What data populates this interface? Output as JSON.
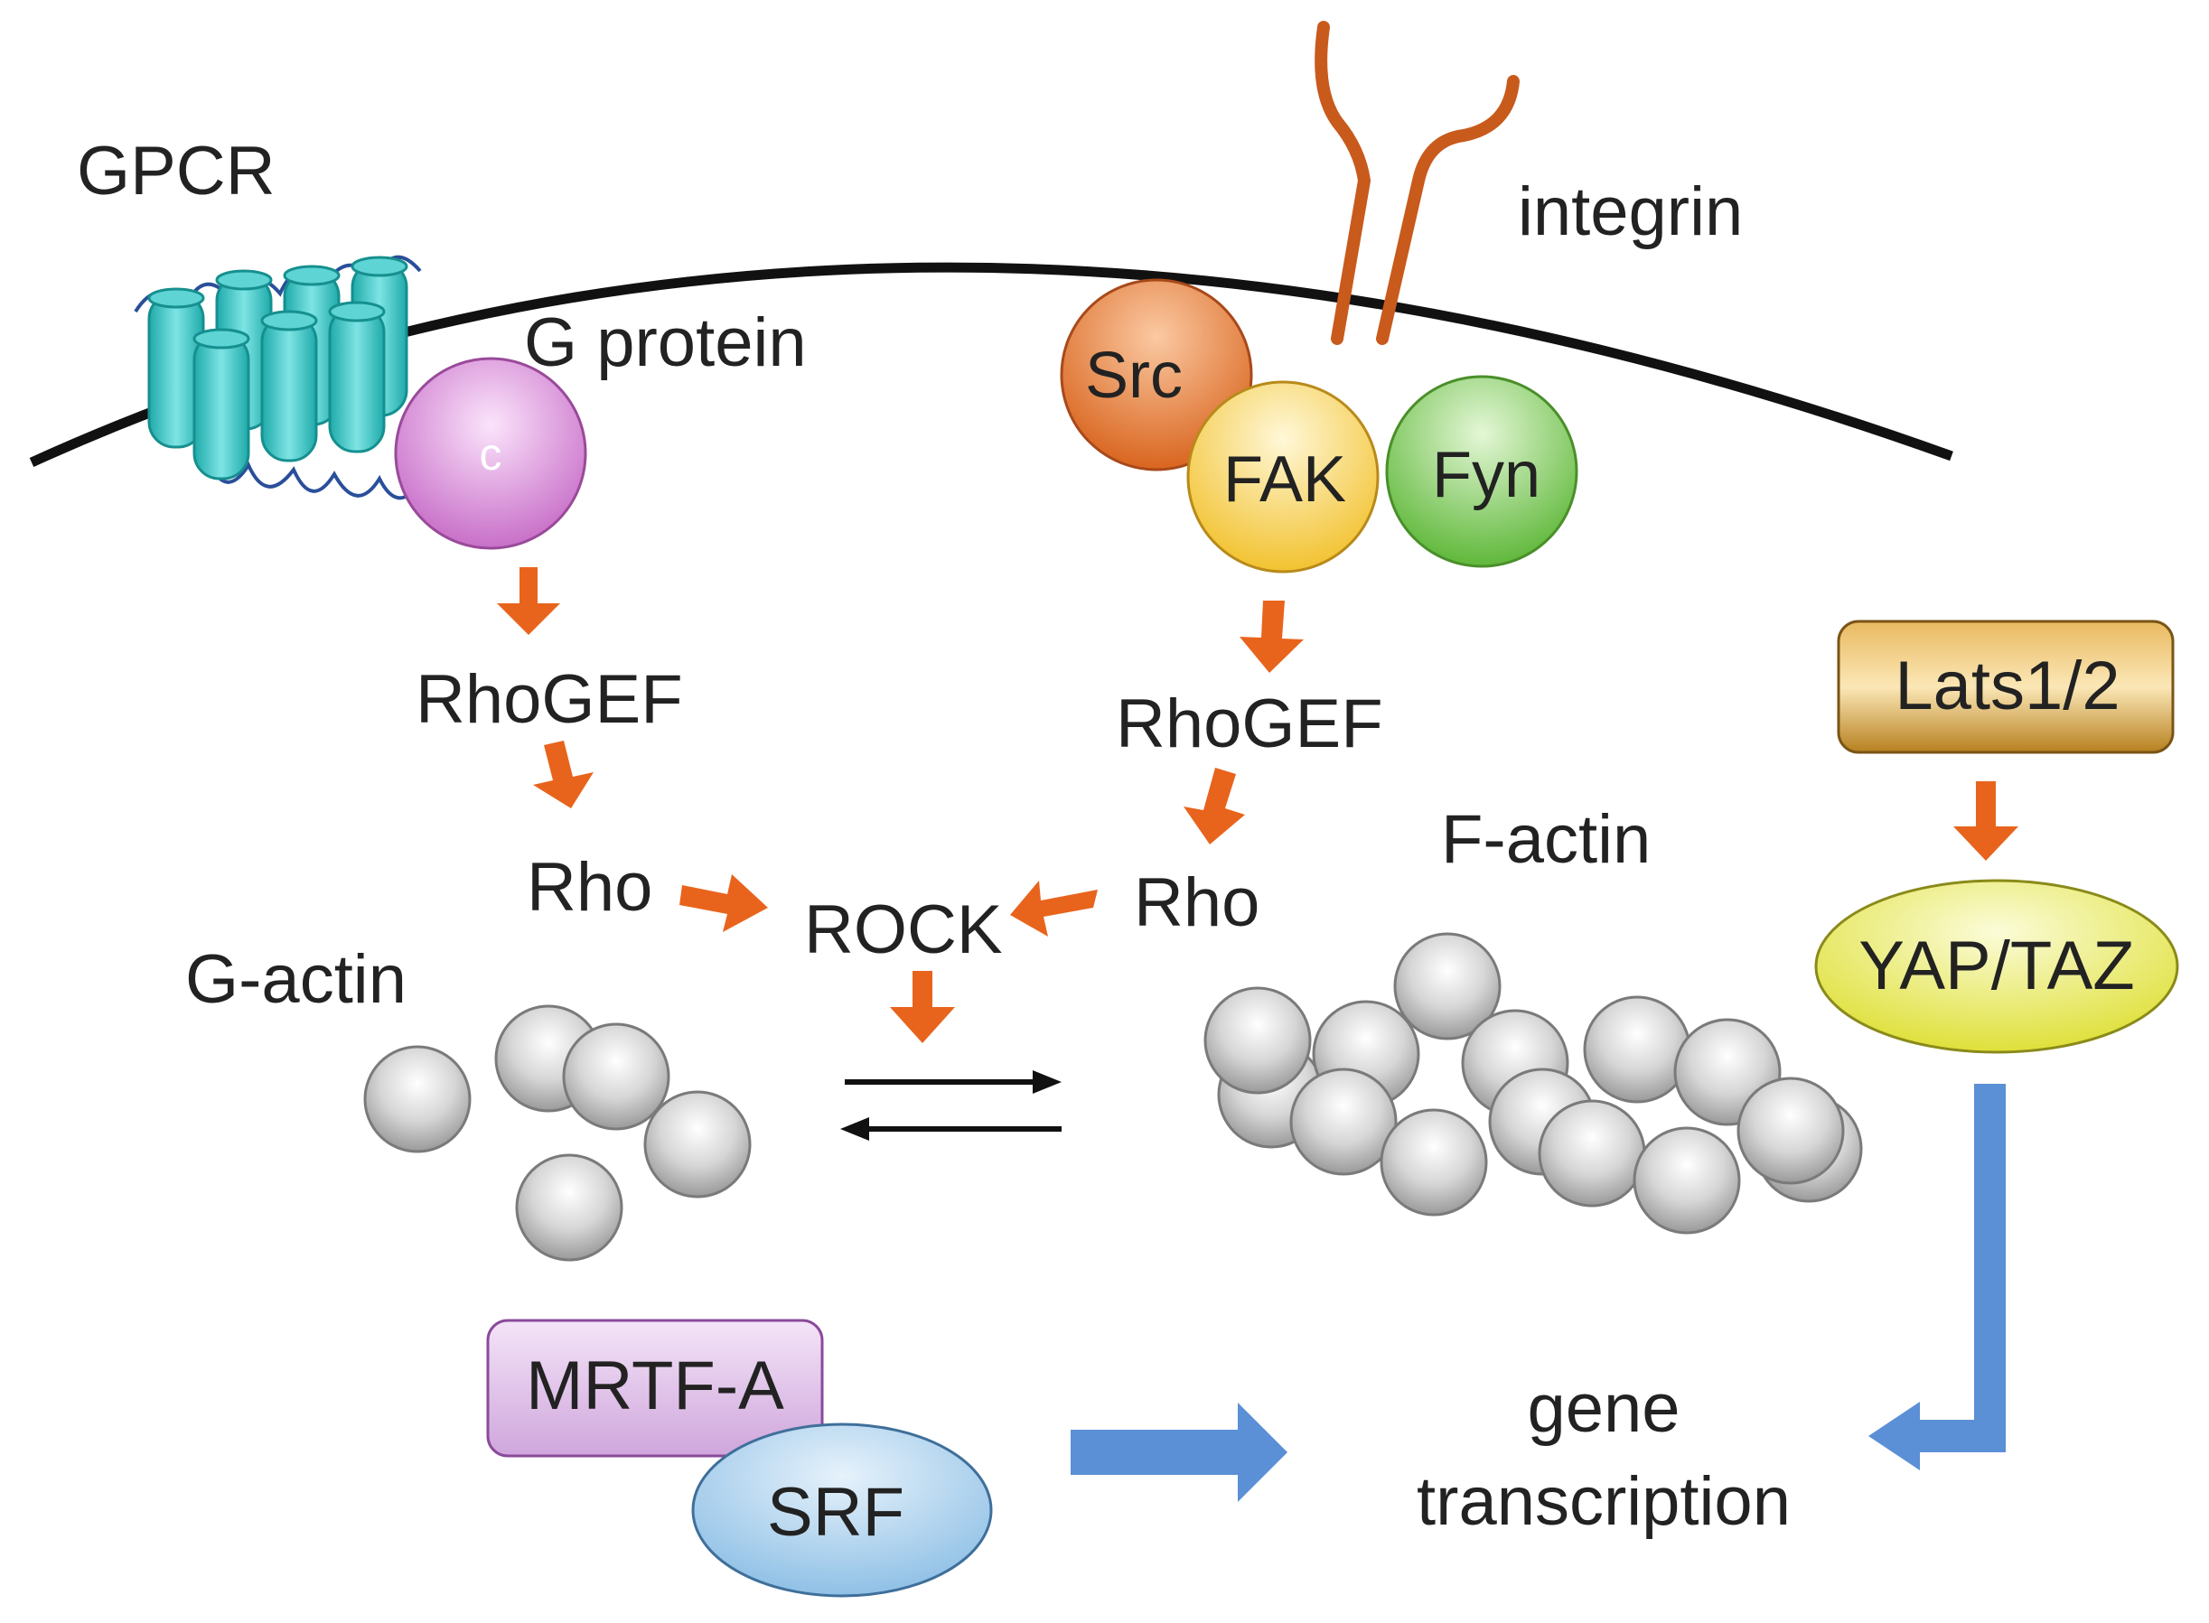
{
  "diagram": {
    "labels": {
      "gpcr": "GPCR",
      "g_protein": "G protein",
      "g_protein_inner": "c",
      "integrin": "integrin",
      "src": "Src",
      "fak": "FAK",
      "fyn": "Fyn",
      "rhogef_left": "RhoGEF",
      "rhogef_right": "RhoGEF",
      "rho_left": "Rho",
      "rho_right": "Rho",
      "rock": "ROCK",
      "g_actin": "G-actin",
      "f_actin": "F-actin",
      "lats": "Lats1/2",
      "yap_taz": "YAP/TAZ",
      "mrtf_a": "MRTF-A",
      "srf": "SRF",
      "gene_line1": "gene",
      "gene_line2": "transcription"
    },
    "colors": {
      "membrane": "#111111",
      "signal_arrow": "#e8641c",
      "transcription_arrow": "#5b8fd6",
      "gpcr_helix": "#35c3c3",
      "g_protein": "#d98ad9",
      "src": "#e0702a",
      "fak": "#f7d24a",
      "fyn": "#7dcc52",
      "integrin": "#c85a1c",
      "lats": "#c8902a",
      "yap_taz": "#e6e84a",
      "mrtf_a": "#d8b4e2",
      "srf": "#a6cdea",
      "actin": "#c8c8c8"
    }
  }
}
